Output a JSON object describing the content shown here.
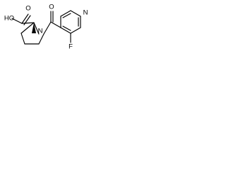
{
  "molecule": {
    "atoms": {
      "carboxyl_oxygen_hydroxyl": "HO",
      "carboxyl_oxygen_carbonyl": "O",
      "amide_oxygen": "O",
      "pyrrolidine_nitrogen": "N",
      "pyridine_nitrogen": "N",
      "fluorine": "F"
    }
  }
}
